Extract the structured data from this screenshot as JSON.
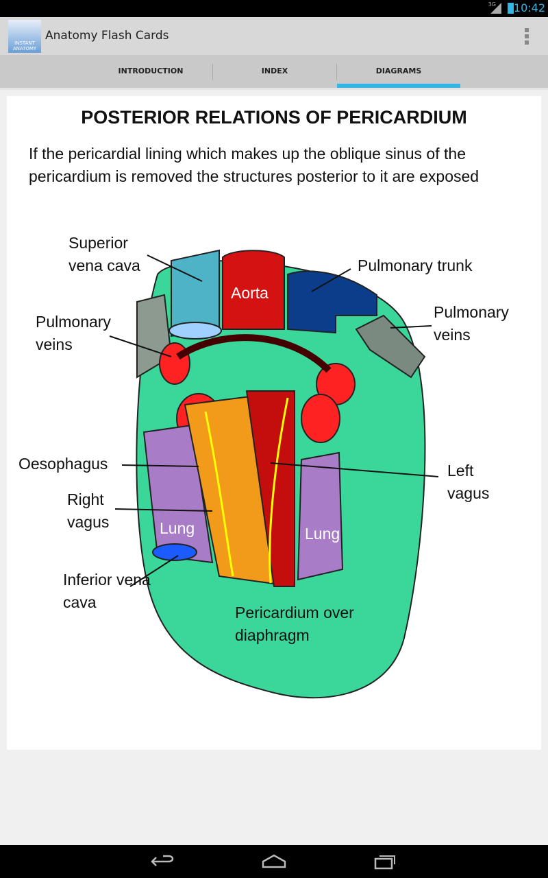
{
  "status_bar": {
    "network": "3G",
    "time": "10:42"
  },
  "app_bar": {
    "title": "Anatomy Flash Cards",
    "logo_text": "INSTANT ANATOMY",
    "menu_icon": "overflow-menu-icon"
  },
  "tabs": [
    {
      "label": "INTRODUCTION"
    },
    {
      "label": "INDEX"
    },
    {
      "label": "DIAGRAMS",
      "selected": true
    }
  ],
  "accent_color": "#33b5e5",
  "card": {
    "title": "POSTERIOR RELATIONS OF PERICARDIUM",
    "description": "If the pericardial lining which makes up the oblique sinus of the pericardium is removed the structures posterior to it are exposed",
    "labels": {
      "superior_vena_cava": "Superior vena cava",
      "pulmonary_trunk": "Pulmonary trunk",
      "pulmonary_veins_left": "Pulmonary veins",
      "pulmonary_veins_right": "Pulmonary veins",
      "aorta": "Aorta",
      "oesophagus": "Oesophagus",
      "left_vagus": "Left vagus",
      "right_vagus": "Right vagus",
      "lung_left": "Lung",
      "lung_right": "Lung",
      "inferior_vena_cava": "Inferior vena cava",
      "pericardium": "Pericardium over diaphragm"
    }
  },
  "nav_bar": {
    "icons": [
      "back-icon",
      "home-icon",
      "recent-apps-icon"
    ]
  }
}
